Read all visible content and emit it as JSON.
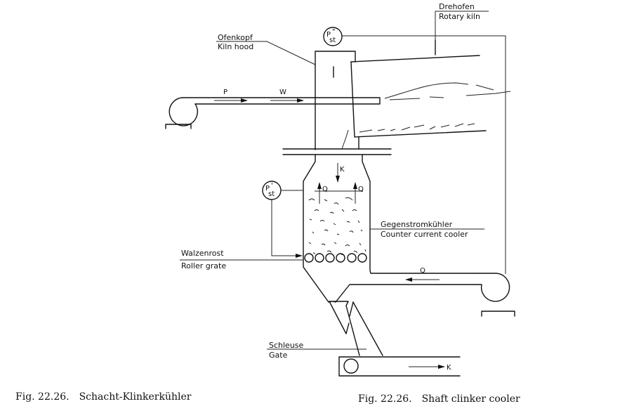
{
  "figure": {
    "labels": {
      "rotary_kiln_de": "Drehofen",
      "rotary_kiln_en": "Rotary kiln",
      "kiln_hood_de": "Ofenkopf",
      "kiln_hood_en": "Kiln hood",
      "cooler_de": "Gegenstromkühler",
      "cooler_en": "Counter current cooler",
      "grate_de": "Walzenrost",
      "grate_en": "Roller grate",
      "gate_de": "Schleuse",
      "gate_en": "Gate"
    },
    "symbols": {
      "pressure_top": "P\"st",
      "pressure_top_main": "P",
      "pressure_top_mark": "\"",
      "pressure_top_sub": "st",
      "pressure_side_main": "P",
      "pressure_side_mark": "'",
      "pressure_side_sub": "st",
      "primary_air": "P",
      "secondary_air": "W",
      "clinker_in": "K",
      "cooling_air_left": "Q",
      "cooling_air_right": "Q",
      "fan_air": "Q",
      "clinker_out": "K"
    }
  },
  "captions": {
    "left_number": "Fig. 22.26.",
    "left_title": "Schacht-Klinkerkühler",
    "right_number": "Fig. 22.26.",
    "right_title": "Shaft clinker cooler"
  }
}
